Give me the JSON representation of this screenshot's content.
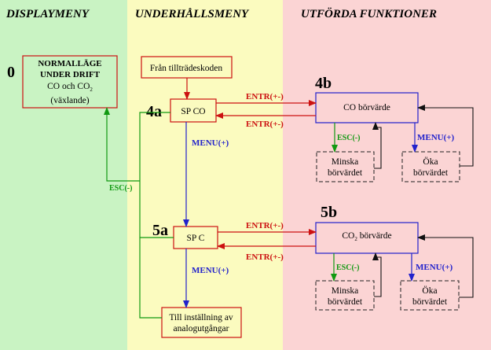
{
  "colors": {
    "zone_display": "#c9f3c3",
    "zone_maint": "#fbfbbf",
    "zone_functions": "#fbd4d4",
    "red_line": "#cc1111",
    "blue_line": "#2222cc",
    "green_line": "#119911",
    "dashed": "#222222"
  },
  "headers": {
    "display": "DISPLAYMENY",
    "maintenance": "UNDERHÅLLSMENY",
    "functions": "UTFÖRDA FUNKTIONER"
  },
  "numbers": {
    "n0": "0",
    "n4a": "4a",
    "n4b": "4b",
    "n5a": "5a",
    "n5b": "5b"
  },
  "boxes": {
    "normal": {
      "line1": "NORMALLÄGE",
      "line2": "UNDER DRIFT",
      "line3_pre": "CO och CO",
      "line3_sub": "2",
      "line4": "(växlande)"
    },
    "from_access": "Från tillträdeskoden",
    "sp_co": "SP CO",
    "sp_c": "SP C",
    "co_setpoint": "CO börvärde",
    "co2_setpoint_pre": "CO",
    "co2_setpoint_sub": "2",
    "co2_setpoint_post": " börvärde",
    "decrease": {
      "line1": "Minska",
      "line2": "börvärdet"
    },
    "increase": {
      "line1": "Öka",
      "line2": "börvärdet"
    },
    "to_analog": {
      "line1": "Till inställning av",
      "line2": "analogutgångar"
    }
  },
  "labels": {
    "entr": "ENTR(+-)",
    "menu": "MENU(+)",
    "esc": "ESC(-)"
  }
}
